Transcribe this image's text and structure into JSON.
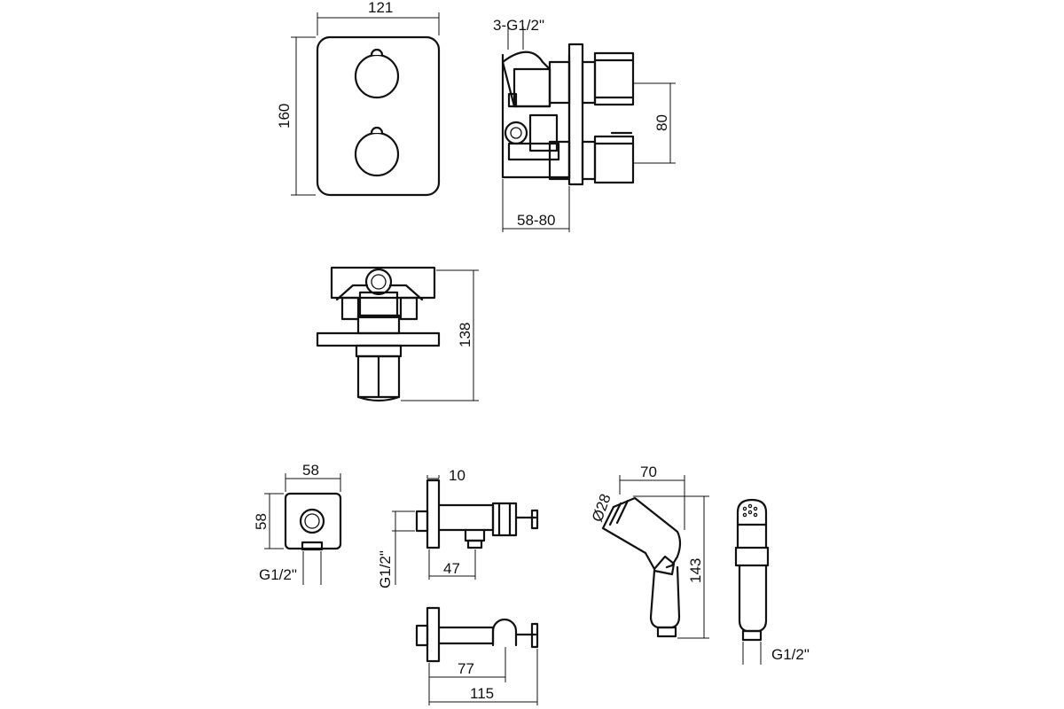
{
  "dimensions": {
    "plate_width": "121",
    "plate_height": "160",
    "inlet_thread": "3-G1/2\"",
    "handle_spacing": "80",
    "install_depth": "58-80",
    "valve_height": "138",
    "elbow_width": "58",
    "elbow_height": "58",
    "elbow_thread": "G1/2\"",
    "holder_flange": "10",
    "holder_thread": "G1/2\"",
    "holder_outlet": "47",
    "holder_hook_offset": "77",
    "holder_length": "115",
    "spray_width": "70",
    "spray_diameter": "Ø28",
    "spray_height": "143",
    "spray_thread": "G1/2\""
  },
  "icons": [
    "handle-knob-icon",
    "shower-head-icon",
    "spray-nozzle-icon"
  ]
}
